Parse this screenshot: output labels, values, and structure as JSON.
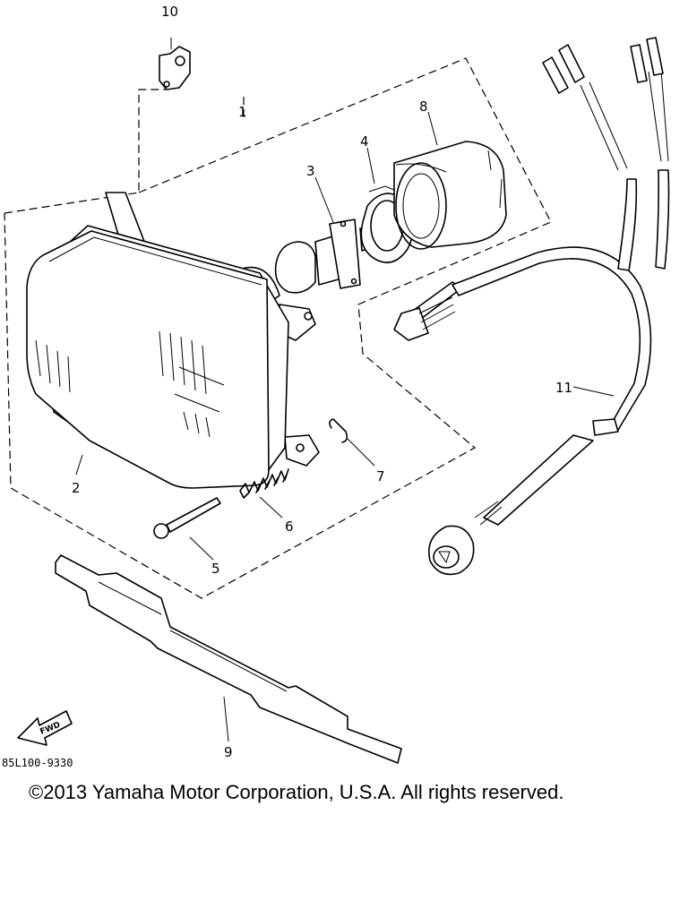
{
  "callouts": {
    "c1": "1",
    "c2": "2",
    "c3": "3",
    "c4": "4",
    "c5": "5",
    "c6": "6",
    "c7": "7",
    "c8": "8",
    "c9": "9",
    "c10": "10",
    "c11": "11"
  },
  "diagram_code": "85L100-9330",
  "fwd_label": "FWD",
  "copyright": "©2013 Yamaha Motor Corporation, U.S.A. All rights reserved."
}
